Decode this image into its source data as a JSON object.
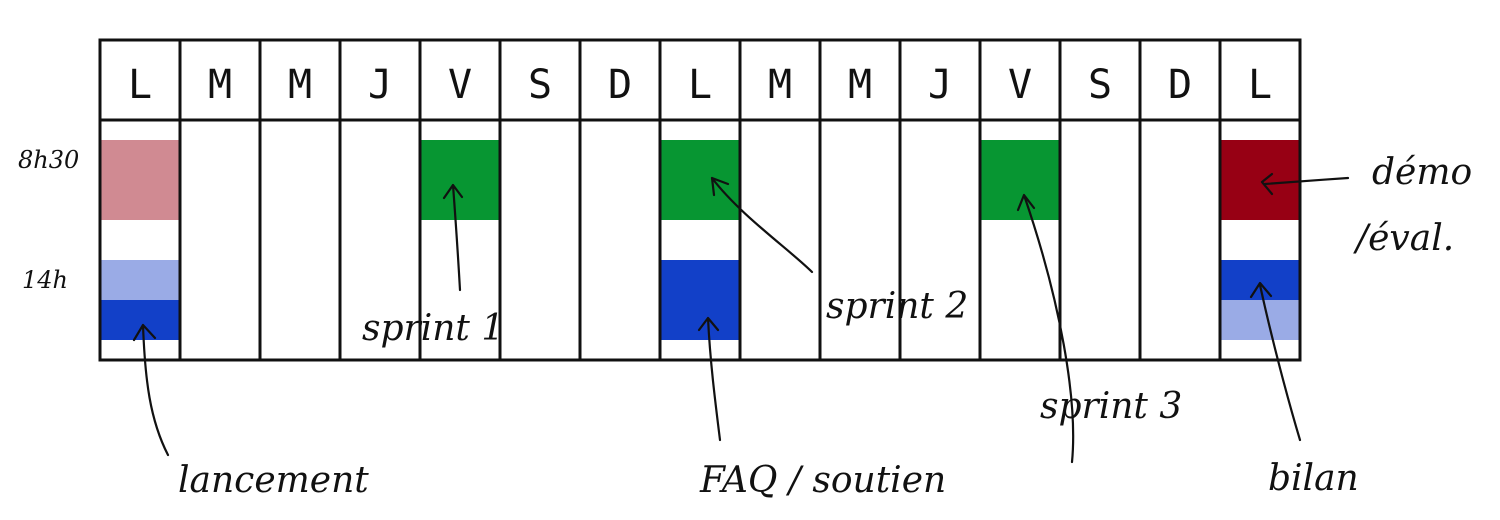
{
  "days": [
    "L",
    "M",
    "M",
    "J",
    "V",
    "S",
    "D",
    "L",
    "M",
    "M",
    "J",
    "V",
    "S",
    "D",
    "L"
  ],
  "time_labels": [
    "8h30",
    "14h"
  ],
  "session_colors": {
    "lancement_am": "#d08a92",
    "lancement_pm_light": "#9aabe6",
    "lancement_pm_dark": "#1240c8",
    "sprint": "#079632",
    "faq": "#1240c8",
    "demo": "#970014",
    "bilan_dark": "#1240c8",
    "bilan_light": "#9aabe6"
  },
  "labels": {
    "lancement": "lancement",
    "sprint1": "sprint 1",
    "sprint2": "sprint 2",
    "sprint3": "sprint 3",
    "faq": "FAQ / soutien",
    "demo_line1": "démo",
    "demo_line2": "/éval.",
    "bilan": "bilan"
  }
}
